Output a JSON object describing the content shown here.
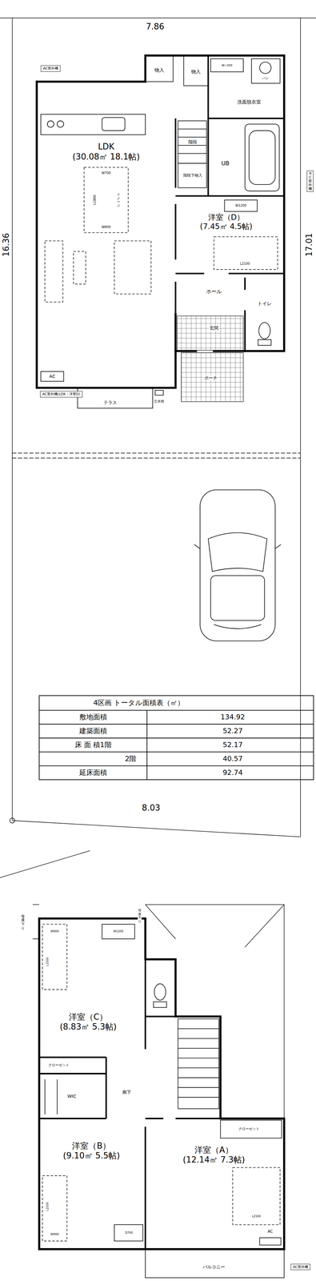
{
  "diagram": {
    "nodes": [
      {
        "text": [
          "物入"
        ]
      },
      {
        "text": [
          "物入"
        ]
      },
      {
        "text": [
          "洗面脱衣室"
        ]
      },
      {
        "text": [
          "LDK",
          "(30.08㎡ 18.1帖)"
        ]
      },
      {
        "text": [
          "階段"
        ]
      },
      {
        "text": [
          "階段下物入"
        ]
      },
      {
        "text": [
          "UB"
        ]
      },
      {
        "text": [
          "洋室（D）",
          "(7.45㎡ 4.5帖)"
        ]
      },
      {
        "text": [
          "ホール"
        ]
      },
      {
        "text": [
          "トイレ"
        ]
      },
      {
        "text": [
          "玄関"
        ]
      },
      {
        "text": [
          "ポーチ"
        ]
      },
      {
        "text": [
          "テラス"
        ]
      },
      {
        "text": [
          "AC室外機(LDK・洋室D)"
        ]
      },
      {
        "text": [
          "AC室外機"
        ]
      },
      {
        "text": [
          "AC室外機"
        ]
      },
      {
        "text": [
          "洋室（C）",
          "(8.83㎡ 5.3帖)"
        ]
      },
      {
        "text": [
          "クローゼット"
        ]
      },
      {
        "text": [
          "WIC"
        ]
      },
      {
        "text": [
          "洋室（B）",
          "(9.10㎡ 5.5帖)"
        ]
      },
      {
        "text": [
          "廊下"
        ]
      },
      {
        "text": [
          "洋室（A）",
          "(12.14㎡ 7.3帖)"
        ]
      },
      {
        "text": [
          "クローゼット"
        ]
      },
      {
        "text": [
          "バルコニー"
        ]
      },
      {
        "text": [
          "AC室外機"
        ]
      }
    ],
    "labels": [
      "7.86",
      "16.36",
      "17.01",
      "W700",
      "L1800",
      "イメージ",
      "W800",
      "W=500",
      "パン",
      "W1200",
      "L2100",
      "AC",
      "立水栓",
      "8.03",
      "4区画 トータル面積表（㎡）",
      "敷地面積",
      "134.92",
      "建築面積",
      "52.27",
      "床 面 積1階",
      "52.17",
      "2階",
      "40.57",
      "延床面積",
      "92.74",
      "母屋下り",
      "母屋下り",
      "W900",
      "W1200",
      "L2100",
      "L2100",
      "W900",
      "D700",
      "L2100",
      "AC"
    ]
  }
}
